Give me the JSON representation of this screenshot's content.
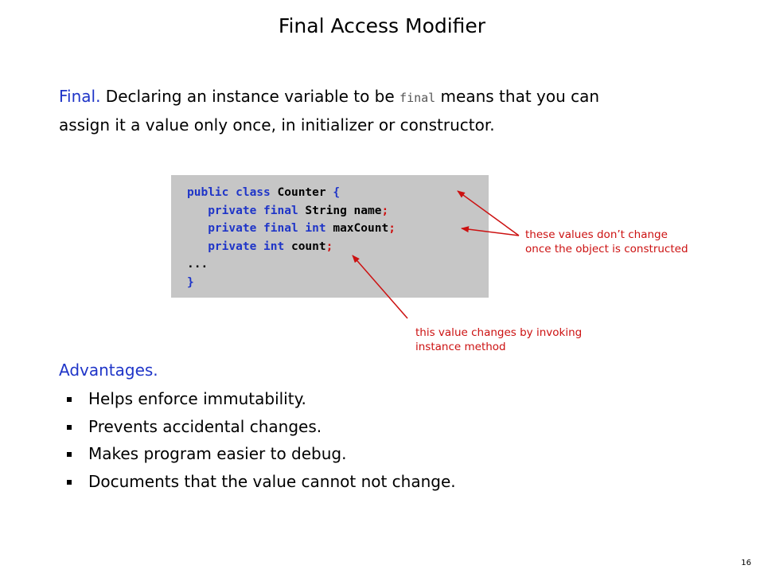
{
  "slide": {
    "title": "Final Access Modifier",
    "intro": {
      "lead": "Final.",
      "text_before": " Declaring an instance variable to be ",
      "code_word": "final",
      "text_after": " means that you can",
      "line2": "assign it a value only once, in initializer or constructor."
    },
    "code": {
      "line1": {
        "kw": "public class ",
        "name": "Counter",
        "rest": " {"
      },
      "line2": {
        "kw": "private final ",
        "type": "String",
        "name": " name",
        "semi": ";"
      },
      "line3": {
        "kw": "private final int ",
        "name": "maxCount",
        "semi": ";"
      },
      "line4": {
        "kw": "private int ",
        "name": "count",
        "semi": ";"
      },
      "line5": "...",
      "line6": "}"
    },
    "annotations": {
      "final_note_line1": "these values don’t change",
      "final_note_line2": "once the object is constructed",
      "count_note_line1": "this value changes by invoking",
      "count_note_line2": "instance method"
    },
    "advantages": {
      "heading": "Advantages.",
      "items": [
        "Helps enforce immutability.",
        "Prevents accidental changes.",
        "Makes program easier to debug.",
        "Documents that the value cannot not change."
      ]
    },
    "page_number": "16"
  },
  "colors": {
    "accent_blue": "#1f35c8",
    "annotation_red": "#cc1111",
    "code_background": "#c6c6c6"
  }
}
